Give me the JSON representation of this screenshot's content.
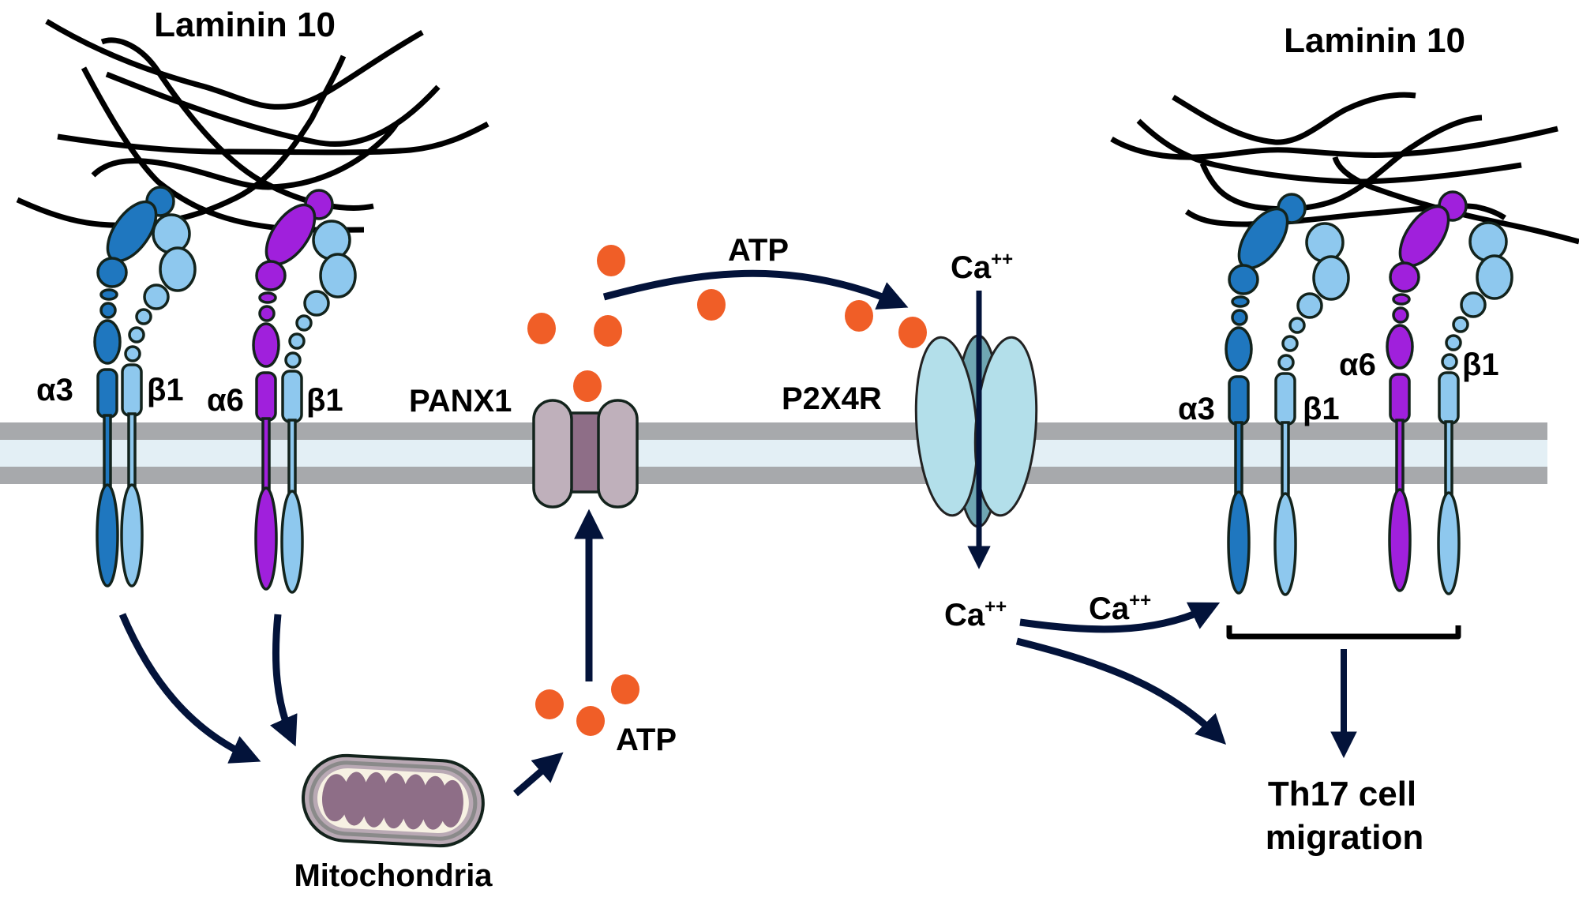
{
  "figure": {
    "title": "Laminin 10 integrin signaling via PANX1 / ATP / P2X4R promoting Th17 cell migration"
  },
  "labels": {
    "laminin_left": "Laminin 10",
    "laminin_right": "Laminin 10",
    "alpha3_left": "α3",
    "beta1_left_a": "β1",
    "alpha6_left": "α6",
    "beta1_left_b": "β1",
    "alpha3_right": "α3",
    "beta1_right_a": "β1",
    "alpha6_right": "α6",
    "beta1_right_b": "β1",
    "panx1": "PANX1",
    "p2x4r": "P2X4R",
    "atp_extracellular": "ATP",
    "atp_intracellular": "ATP",
    "mitochondria": "Mitochondria",
    "ca_top": {
      "base": "Ca",
      "charge": "++"
    },
    "ca_cytosol": {
      "base": "Ca",
      "charge": "++"
    },
    "ca_arrow": {
      "base": "Ca",
      "charge": "++"
    },
    "outcome_line1": "Th17 cell",
    "outcome_line2": "migration"
  },
  "colors": {
    "alpha3": "#1f77bf",
    "alpha6": "#a020dc",
    "beta1": "#8ec8ee",
    "atp": "#f05e27",
    "arrow": "#03133a",
    "membrane_outer": "#a7a9ac",
    "membrane_inner": "#e3eff5",
    "panx1_pill": "#bfb0bb",
    "panx1_pore": "#8e6e87",
    "p2x4r_front": "#b3dfea",
    "p2x4r_back": "#6fa6b2",
    "mito_matrix": "#8e6e87"
  },
  "pathway": [
    {
      "from": "integrins α3β1/α6β1 (left)",
      "to": "Mitochondria"
    },
    {
      "from": "Mitochondria",
      "to": "ATP (intracellular)"
    },
    {
      "from": "ATP (intracellular)",
      "to": "PANX1"
    },
    {
      "from": "ATP (extracellular)",
      "to": "P2X4R"
    },
    {
      "from": "P2X4R",
      "to": "Ca++ (cytosol)"
    },
    {
      "from": "Ca++ (cytosol)",
      "to": "integrins α3β1/α6β1 (right)"
    },
    {
      "from": "Ca++ (cytosol)",
      "to": "Th17 cell migration"
    },
    {
      "from": "integrins α3β1/α6β1 (right)",
      "to": "Th17 cell migration"
    }
  ]
}
